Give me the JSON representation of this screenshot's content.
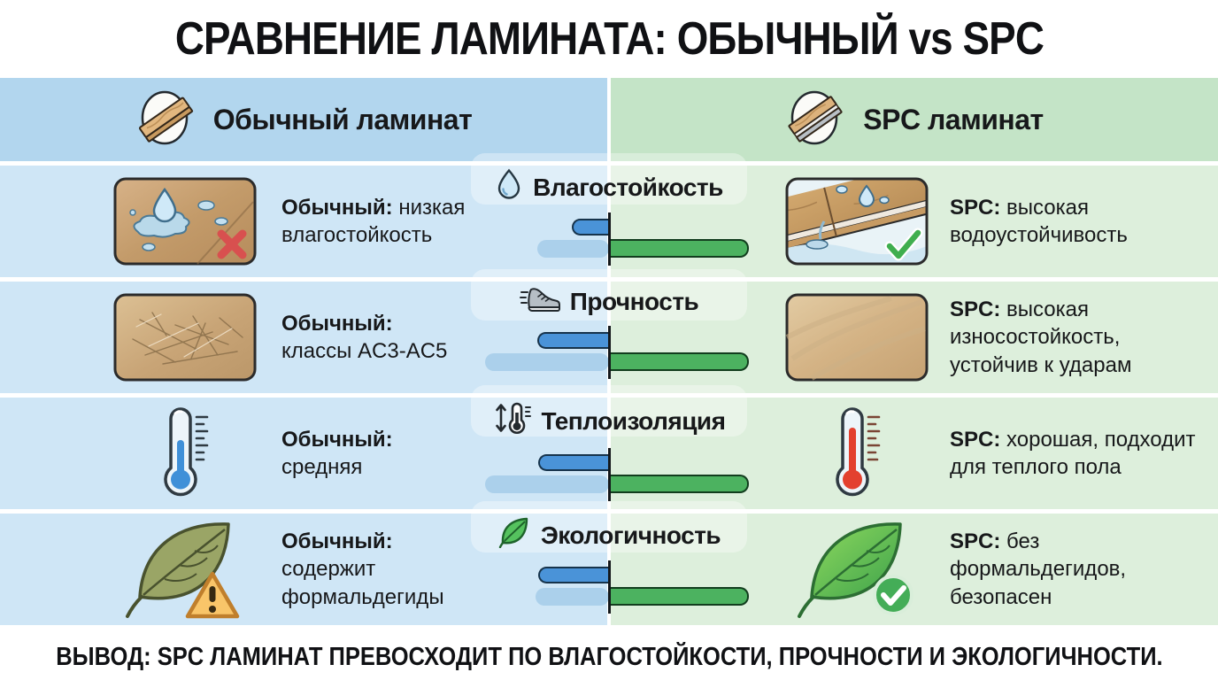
{
  "title": "СРАВНЕНИЕ ЛАМИНАТА: ОБЫЧНЫЙ vs SPC",
  "header": {
    "left": {
      "label": "Обычный ламинат"
    },
    "right": {
      "label": "SPC ламинат"
    }
  },
  "rows": [
    {
      "metric": "Влагостойкость",
      "left": {
        "prefix": "Обычный:",
        "text": "низкая влагостойкость",
        "mark": "cross"
      },
      "right": {
        "prefix": "SPC:",
        "text": "высокая водоустойчивость",
        "mark": "check"
      },
      "bars": {
        "regular_w": 42,
        "track_w": 81,
        "spc_w": 158
      }
    },
    {
      "metric": "Прочность",
      "left": {
        "prefix": "Обычный:",
        "text": "классы AC3-AC5"
      },
      "right": {
        "prefix": "SPC:",
        "text": "высокая износостойкость, устойчив к ударам"
      },
      "bars": {
        "regular_w": 81,
        "track_w": 140,
        "spc_w": 158
      }
    },
    {
      "metric": "Теплоизоляция",
      "left": {
        "prefix": "Обычный:",
        "text": "средняя"
      },
      "right": {
        "prefix": "SPC:",
        "text": "хорошая, подходит для теплого пола"
      },
      "bars": {
        "regular_w": 80,
        "track_w": 140,
        "spc_w": 158
      }
    },
    {
      "metric": "Экологичность",
      "left": {
        "prefix": "Обычный:",
        "text": "содержит формальдегиды",
        "mark": "warning"
      },
      "right": {
        "prefix": "SPC:",
        "text": "без формальдегидов, безопасен",
        "mark": "check"
      },
      "bars": {
        "regular_w": 80,
        "track_w": 83,
        "spc_w": 158
      }
    }
  ],
  "conclusion": "ВЫВОД: SPC ЛАМИНАТ ПРЕВОСХОДИТ ПО ВЛАГОСТОЙКОСТИ, ПРОЧНОСТИ И ЭКОЛОГИЧНОСТИ.",
  "colors": {
    "header_left_bg": "#b2d6ee",
    "header_right_bg": "#c4e4c7",
    "row_left_bg": "#cfe6f6",
    "row_right_bg": "#ddefdc",
    "bar_regular": "#4a93d8",
    "bar_track": "#abd0eb",
    "bar_spc": "#4cb260",
    "cross": "#d8504f",
    "check": "#3fae4e",
    "warning": "#f9c569",
    "text": "#17181a",
    "background": "#ffffff"
  },
  "chart_data": {
    "type": "bar",
    "categories": [
      "Влагостойкость",
      "Прочность",
      "Теплоизоляция",
      "Экологичность"
    ],
    "series": [
      {
        "name": "Обычный ламинат",
        "values": [
          2.7,
          5,
          5,
          5
        ]
      },
      {
        "name": "SPC ламинат",
        "values": [
          10,
          10,
          10,
          10
        ]
      }
    ],
    "title": "СРАВНЕНИЕ ЛАМИНАТА: ОБЫЧНЫЙ vs SPC",
    "xlabel": "",
    "ylabel": "",
    "ylim": [
      0,
      10
    ],
    "layout": "diverging horizontal bars, regular laminate to the left of center axis, SPC to the right"
  }
}
